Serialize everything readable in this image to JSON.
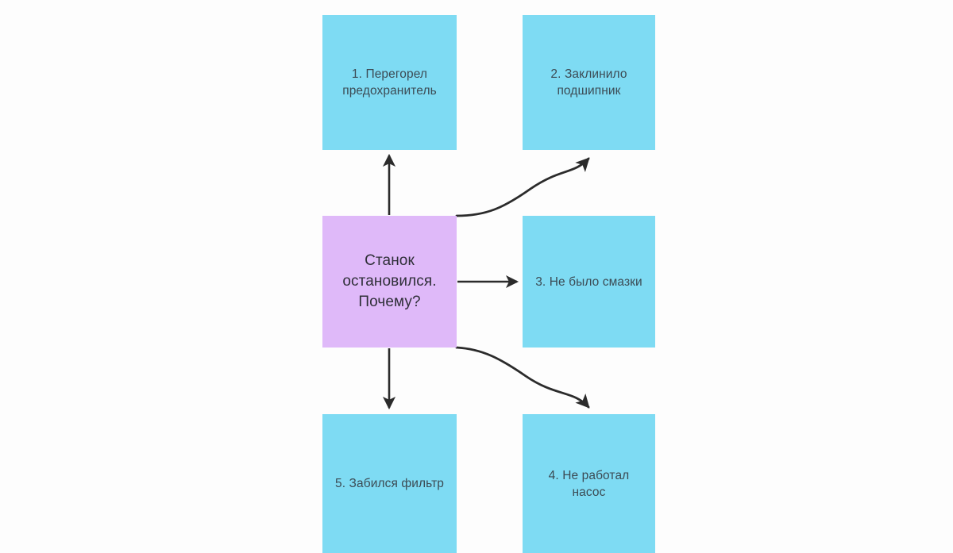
{
  "diagram": {
    "type": "5-whys-cause-analysis",
    "background_color": "#fdfdfd",
    "node_colors": {
      "problem": "#dfb9f9",
      "cause": "#7edbf3"
    },
    "edge_color": "#2b2b2b",
    "text_color": "#3c4b54",
    "nodes": {
      "problem": {
        "label": "Станок\nостановился.\nПочему?"
      },
      "cause1": {
        "label": "1. Перегорел\nпредохранитель"
      },
      "cause2": {
        "label": "2. Заклинило\nподшипник"
      },
      "cause3": {
        "label": "3. Не было смазки"
      },
      "cause4": {
        "label": "4. Не работал\nнасос"
      },
      "cause5": {
        "label": "5. Забился фильтр"
      }
    },
    "edges": [
      {
        "name": "problem-to-cause1",
        "from": "problem",
        "to": "cause1",
        "style": "straight-arrow-up"
      },
      {
        "name": "problem-to-cause2",
        "from": "problem",
        "to": "cause2",
        "style": "curved-arrow-up-right"
      },
      {
        "name": "problem-to-cause3",
        "from": "problem",
        "to": "cause3",
        "style": "straight-arrow-right"
      },
      {
        "name": "problem-to-cause4",
        "from": "problem",
        "to": "cause4",
        "style": "curved-arrow-down-right"
      },
      {
        "name": "problem-to-cause5",
        "from": "problem",
        "to": "cause5",
        "style": "straight-arrow-down"
      }
    ]
  }
}
